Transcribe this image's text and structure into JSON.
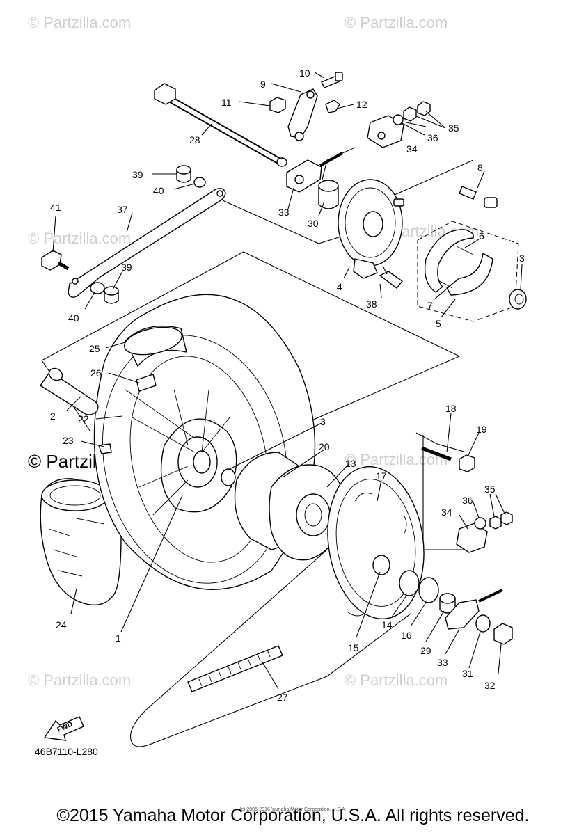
{
  "watermark": "© Partzilla.com",
  "watermark_bold": "© Partzilla.com",
  "fwd_label": "FWD",
  "diagram_code": "46B7110-L280",
  "small_copyright": "(c) 2005-2016 Yamaha Motor Corporation, U.S.A.",
  "copyright": "©2015 Yamaha Motor Corporation, U.S.A. All rights reserved.",
  "callouts": {
    "c1": "1",
    "c2": "2",
    "c3a": "3",
    "c3b": "3",
    "c4": "4",
    "c5": "5",
    "c6": "6",
    "c7": "7",
    "c8": "8",
    "c9": "9",
    "c10": "10",
    "c11": "11",
    "c12": "12",
    "c13": "13",
    "c14": "14",
    "c15": "15",
    "c16": "16",
    "c17": "17",
    "c18": "18",
    "c19": "19",
    "c20": "20",
    "c22": "22",
    "c23": "23",
    "c24": "24",
    "c25": "25",
    "c26": "26",
    "c27": "27",
    "c28": "28",
    "c29": "29",
    "c30": "30",
    "c31": "31",
    "c32": "32",
    "c33a": "33",
    "c33b": "33",
    "c34a": "34",
    "c34b": "34",
    "c35a": "35",
    "c35b": "35",
    "c36a": "36",
    "c36b": "36",
    "c37": "37",
    "c38": "38",
    "c39a": "39",
    "c39b": "39",
    "c40a": "40",
    "c40b": "40",
    "c41": "41"
  }
}
